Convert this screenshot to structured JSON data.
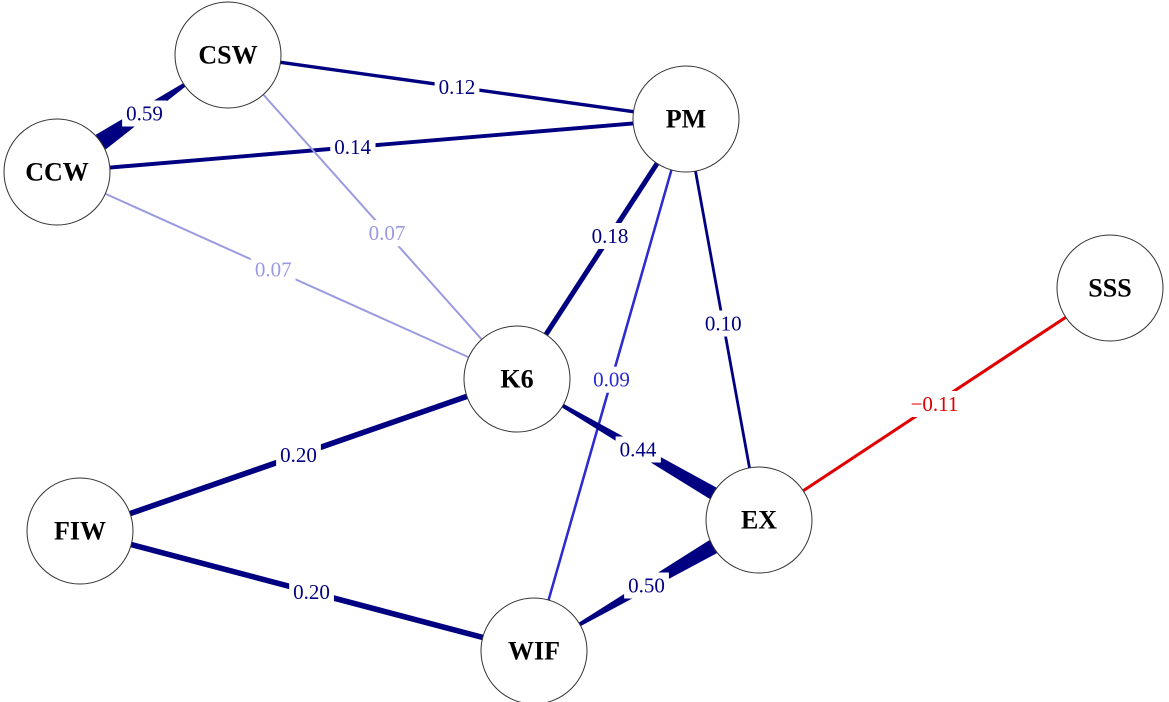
{
  "colors": {
    "positive_strong": "#000080",
    "positive_medium": "#2a2ad0",
    "positive_weak": "#9a9ae0",
    "negative": "#e00000",
    "node_stroke": "#333333"
  },
  "nodes": [
    {
      "id": "CSW",
      "label": "CSW"
    },
    {
      "id": "CCW",
      "label": "CCW"
    },
    {
      "id": "PM",
      "label": "PM"
    },
    {
      "id": "SSS",
      "label": "SSS"
    },
    {
      "id": "K6",
      "label": "K6"
    },
    {
      "id": "FIW",
      "label": "FIW"
    },
    {
      "id": "EX",
      "label": "EX"
    },
    {
      "id": "WIF",
      "label": "WIF"
    }
  ],
  "edges": [
    {
      "id": "csw-ccw",
      "from": "CSW",
      "to": "CCW",
      "weight": 0.59,
      "label": "0.59",
      "color": "#000080"
    },
    {
      "id": "csw-pm",
      "from": "CSW",
      "to": "PM",
      "weight": 0.12,
      "label": "0.12",
      "color": "#000080"
    },
    {
      "id": "ccw-pm",
      "from": "CCW",
      "to": "PM",
      "weight": 0.14,
      "label": "0.14",
      "color": "#000080"
    },
    {
      "id": "csw-k6",
      "from": "CSW",
      "to": "K6",
      "weight": 0.07,
      "label": "0.07",
      "color": "#9a9ae0"
    },
    {
      "id": "ccw-k6",
      "from": "CCW",
      "to": "K6",
      "weight": 0.07,
      "label": "0.07",
      "color": "#9a9ae0"
    },
    {
      "id": "pm-k6",
      "from": "PM",
      "to": "K6",
      "weight": 0.18,
      "label": "0.18",
      "color": "#000080"
    },
    {
      "id": "pm-wif",
      "from": "PM",
      "to": "WIF",
      "weight": 0.09,
      "label": "0.09",
      "color": "#2a2ad0"
    },
    {
      "id": "pm-ex",
      "from": "PM",
      "to": "EX",
      "weight": 0.1,
      "label": "0.10",
      "color": "#000080"
    },
    {
      "id": "sss-ex",
      "from": "SSS",
      "to": "EX",
      "weight": -0.11,
      "label": "−0.11",
      "color": "#e00000"
    },
    {
      "id": "k6-ex",
      "from": "K6",
      "to": "EX",
      "weight": 0.44,
      "label": "0.44",
      "color": "#000080"
    },
    {
      "id": "fiw-k6",
      "from": "FIW",
      "to": "K6",
      "weight": 0.2,
      "label": "0.20",
      "color": "#000080"
    },
    {
      "id": "fiw-wif",
      "from": "FIW",
      "to": "WIF",
      "weight": 0.2,
      "label": "0.20",
      "color": "#000080"
    },
    {
      "id": "wif-ex",
      "from": "WIF",
      "to": "EX",
      "weight": 0.5,
      "label": "0.50",
      "color": "#000080"
    }
  ]
}
